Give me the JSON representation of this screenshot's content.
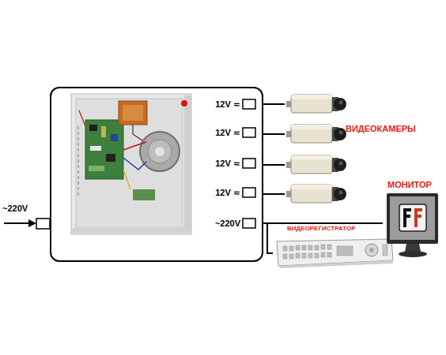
{
  "diagram": {
    "nodes": [
      {
        "text": [
          "12V ≂",
          "12V ≂",
          "12V ≂",
          "12V ≂",
          "~220V"
        ]
      },
      {
        "text": [
          "ВИДЕОКАМЕРЫ"
        ]
      },
      {
        "text": [
          "МОНИТОР"
        ]
      },
      {
        "text": [
          "ВИДЕОРЕГИСТРАТОР"
        ]
      }
    ],
    "edges": [
      {
        "from": 0,
        "to": 1,
        "arrow": "none"
      },
      {
        "from": 0,
        "to": 1,
        "arrow": "none"
      },
      {
        "from": 0,
        "to": 1,
        "arrow": "none"
      },
      {
        "from": 0,
        "to": 1,
        "arrow": "none"
      },
      {
        "from": 0,
        "to": 2,
        "arrow": "none"
      },
      {
        "from": 0,
        "to": 3,
        "arrow": "none"
      }
    ],
    "labels": [
      "~220V"
    ]
  }
}
